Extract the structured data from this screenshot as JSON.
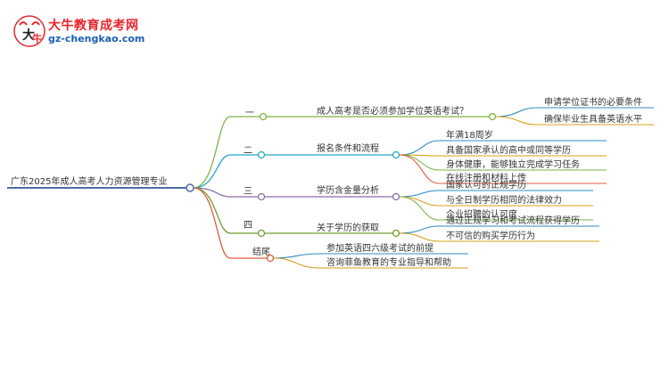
{
  "brand": {
    "name": "大牛教育成考网",
    "domain": "gz-chengkao.com"
  },
  "mindmap": {
    "root": "广东2025年成人高考人力资源管理专业",
    "branches": [
      {
        "marker": "一",
        "topic": "成人高考是否必须参加学位英语考试？",
        "color": "#7cb342",
        "children": [
          "申请学位证书的必要条件",
          "确保毕业生具备英语水平"
        ]
      },
      {
        "marker": "二",
        "topic": "报名条件和流程",
        "color": "#26a6c9",
        "children": [
          "年满18周岁",
          "具备国家承认的高中或同等学历",
          "身体健康，能够独立完成学习任务",
          "在线注册和材料上传"
        ]
      },
      {
        "marker": "三",
        "topic": "学历含金量分析",
        "color": "#8e6ba8",
        "children": [
          "国家认可的正规学历",
          "与全日制学历相同的法律效力",
          "企业招聘的认可度"
        ]
      },
      {
        "marker": "四",
        "topic": "关于学历的获取",
        "color": "#6f9d30",
        "children": [
          "通过正规学习和考试流程获得学历",
          "不可信的购买学历行为"
        ]
      },
      {
        "marker": "结尾",
        "topic": "",
        "color": "#e05a3a",
        "children": [
          "参加英语四六级考试的前提",
          "咨询菲鱼教育的专业指导和帮助"
        ]
      }
    ]
  },
  "colors": {
    "root_line": "#4a6fa5",
    "child_palette": [
      "#2e8bbf",
      "#d4a017",
      "#7cb342",
      "#e05a3a",
      "#8e6ba8",
      "#26a6c9"
    ]
  }
}
